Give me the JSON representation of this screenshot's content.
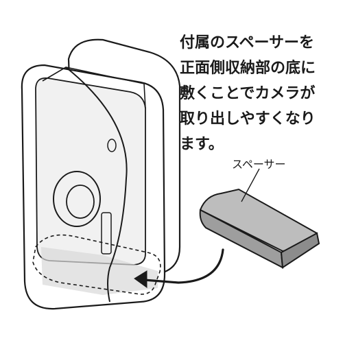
{
  "description_lines": [
    "付属のスペーサーを",
    "正面側収納部の底に",
    "敷くことでカメラが",
    "取り出しやすくなり",
    "ます。"
  ],
  "spacer_label": "スペーサー",
  "colors": {
    "line": "#1a1a1a",
    "case_fill": "#ffffff",
    "camera_fill": "#f1f1f1",
    "shadow_fill": "#d9d9d9",
    "spacer_fill": "#bdbdbd",
    "spacer_dark": "#8c8c8c",
    "text": "#1a1a1a"
  }
}
